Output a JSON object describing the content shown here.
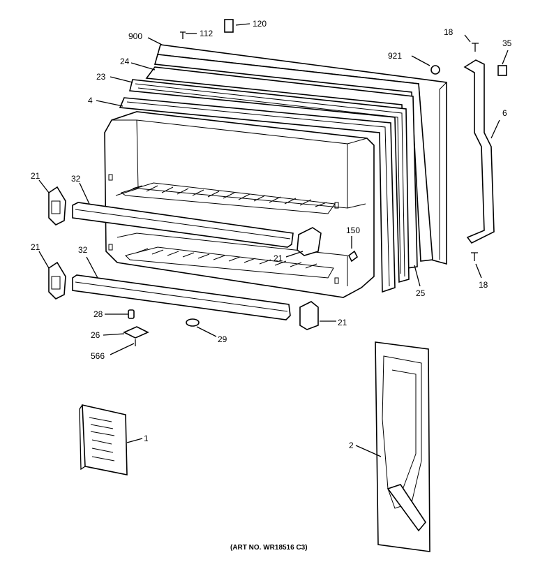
{
  "labels": {
    "p900": "900",
    "p112": "112",
    "p120": "120",
    "p18a": "18",
    "p35": "35",
    "p921": "921",
    "p24": "24",
    "p23": "23",
    "p4": "4",
    "p6": "6",
    "p21a": "21",
    "p32a": "32",
    "p21b": "21",
    "p32b": "32",
    "p150": "150",
    "p21c": "21",
    "p25": "25",
    "p18b": "18",
    "p28": "28",
    "p21d": "21",
    "p26": "26",
    "p29": "29",
    "p566": "566",
    "p1": "1",
    "p2": "2"
  },
  "caption": "(ART NO. WR18516 C3)"
}
